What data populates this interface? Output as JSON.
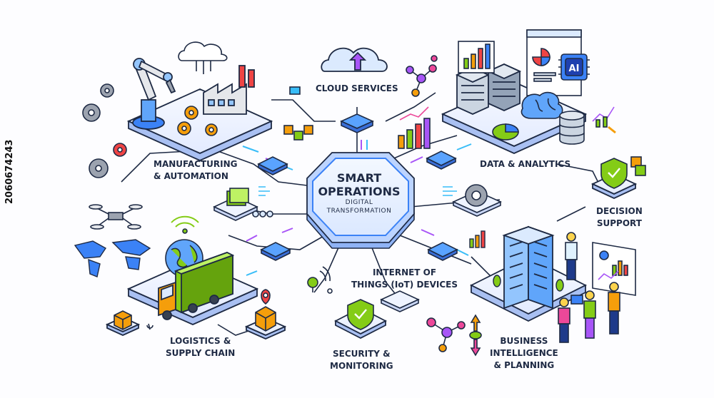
{
  "center": {
    "title_line1": "SMART",
    "title_line2": "OPERATIONS",
    "subtitle_line1": "DIGITAL",
    "subtitle_line2": "TRANSFORMATION"
  },
  "nodes": {
    "cloud": {
      "label": "CLOUD SERVICES"
    },
    "manufacturing": {
      "line1": "MANUFACTURING",
      "line2": "& AUTOMATION"
    },
    "data": {
      "label": "DATA & ANALYTICS"
    },
    "decision": {
      "line1": "DECISION",
      "line2": "SUPPORT"
    },
    "iot": {
      "line1": "INTERNET OF",
      "line2": "THINGS (IoT) DEVICES"
    },
    "logistics": {
      "line1": "LOGISTICS &",
      "line2": "SUPPLY CHAIN"
    },
    "security": {
      "line1": "SECURITY &",
      "line2": "MONITORING"
    },
    "bi": {
      "line1": "BUSINESS",
      "line2": "INTELLIGENCE",
      "line3": "& PLANNING"
    }
  },
  "ai_chip": "AI",
  "stock_id": "2060674243",
  "colors": {
    "outline": "#1e2a44",
    "platform": "#eef3ff",
    "platform_side": "#c9d6f5",
    "accent_blue": "#3b82f6",
    "accent_purple": "#8b5cf6",
    "accent_green": "#84cc16",
    "accent_orange": "#f59e0b",
    "accent_red": "#ef4444",
    "connector": "#1e2a44",
    "arrow_cyan": "#38bdf8",
    "arrow_purple": "#a855f7"
  }
}
